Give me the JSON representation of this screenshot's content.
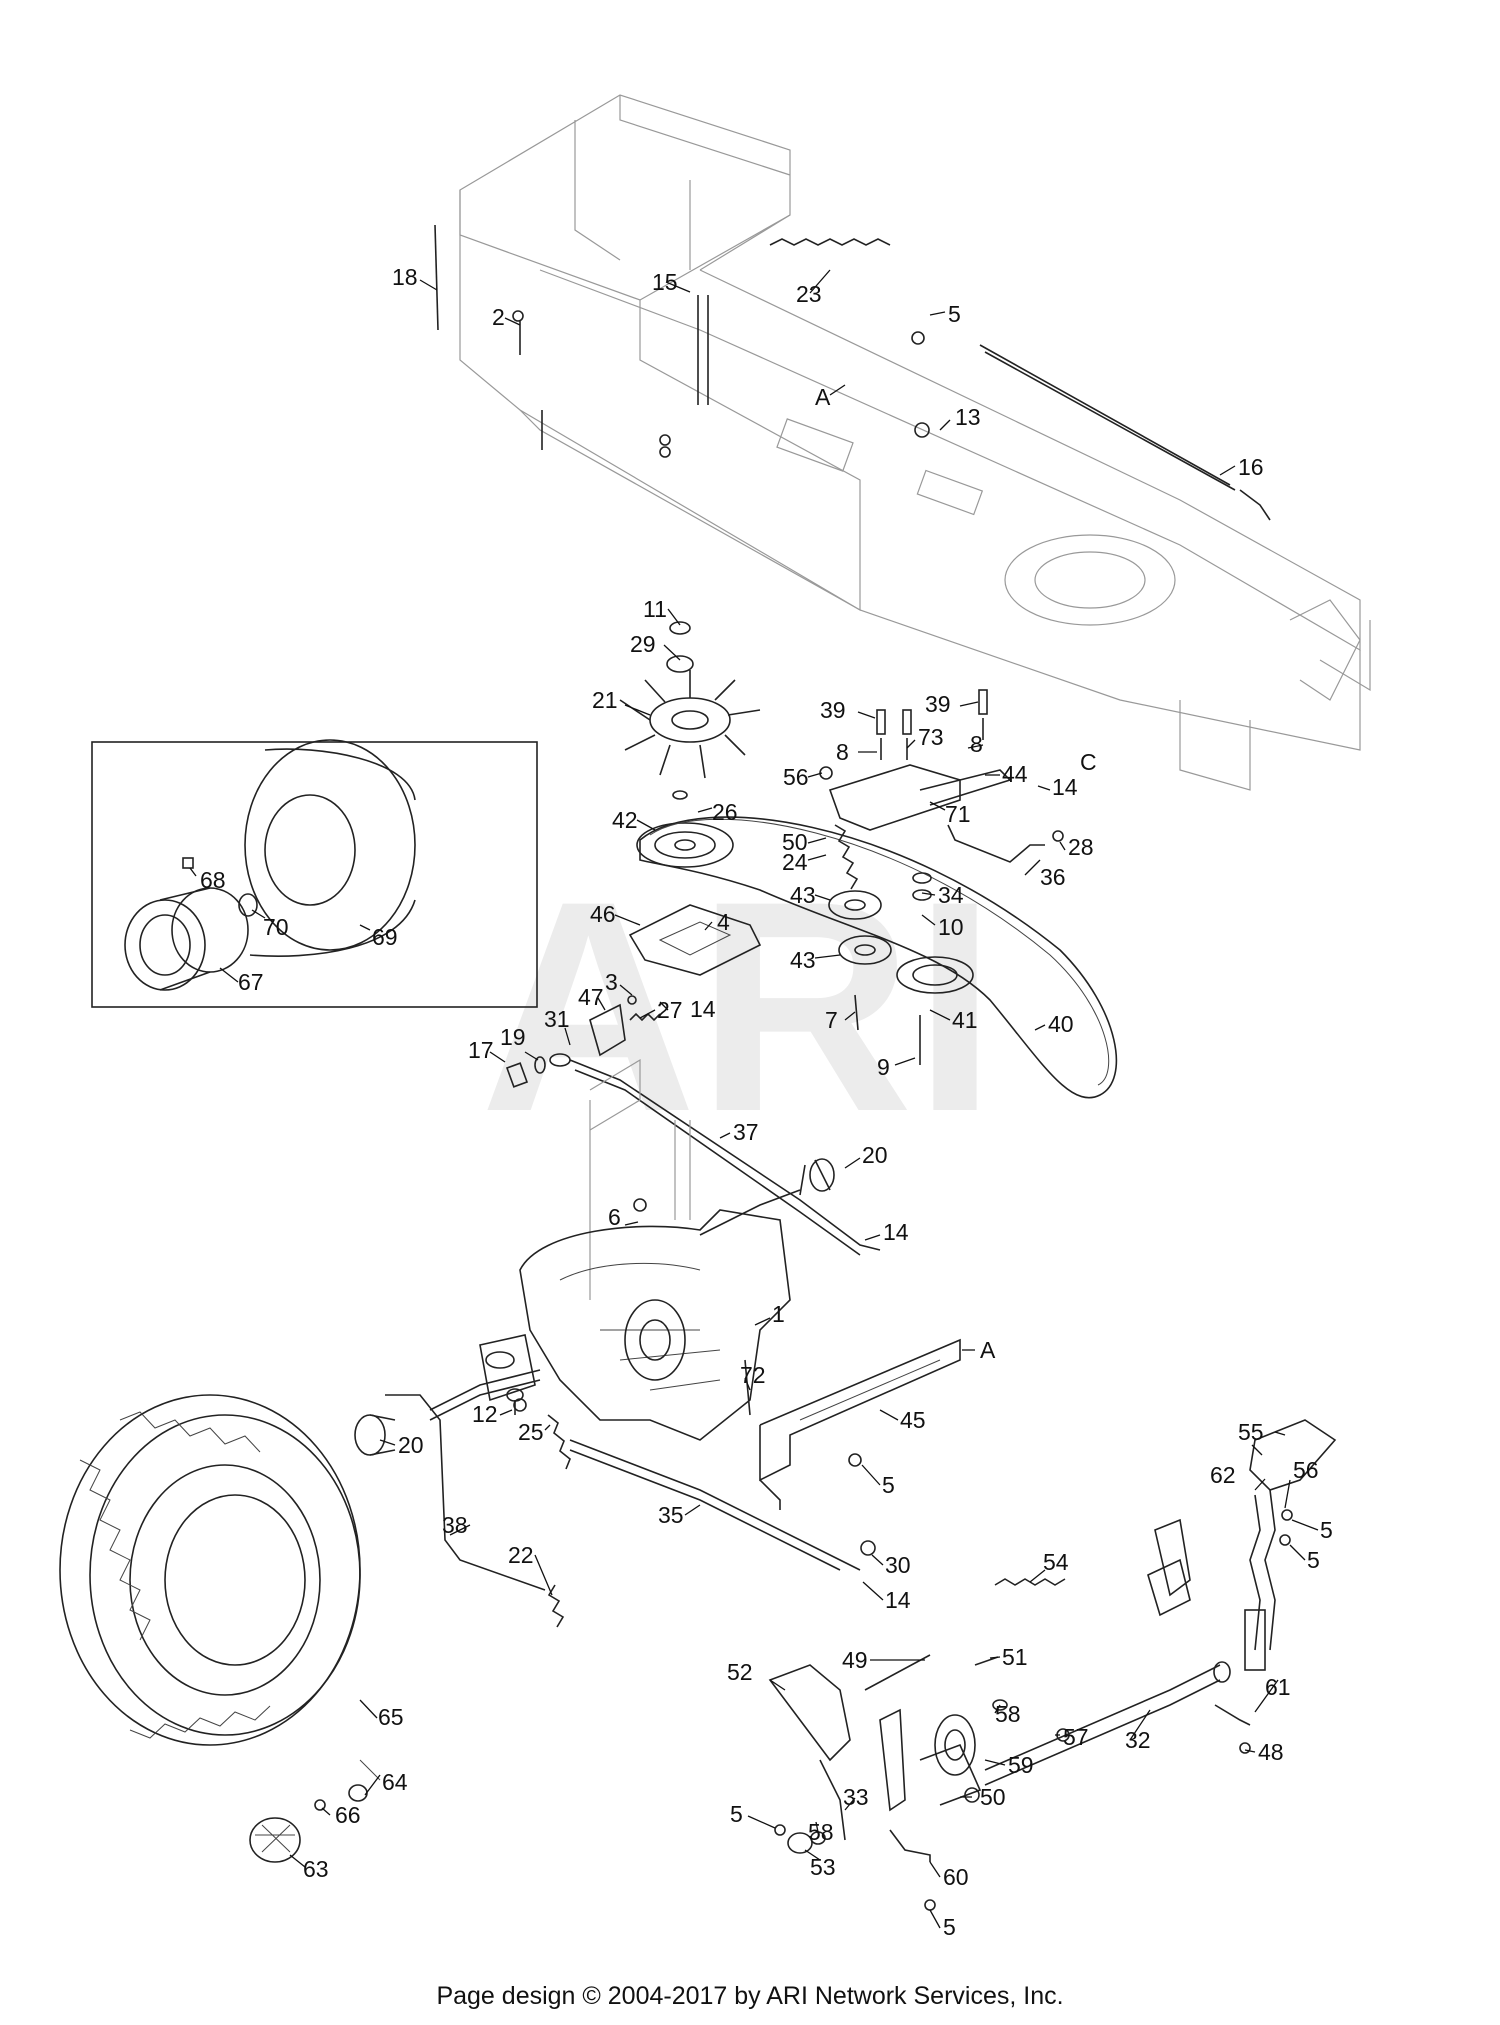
{
  "watermark": "ARI",
  "footer": "Page design © 2004-2017 by ARI Network Services, Inc.",
  "callouts": [
    "18",
    "2",
    "15",
    "23",
    "5",
    "A",
    "13",
    "16",
    "11",
    "29",
    "21",
    "39",
    "8",
    "73",
    "39",
    "8",
    "56",
    "44",
    "14",
    "71",
    "26",
    "42",
    "50",
    "24",
    "28",
    "36",
    "C",
    "46",
    "4",
    "43",
    "34",
    "10",
    "43",
    "40",
    "41",
    "7",
    "9",
    "3",
    "47",
    "14",
    "27",
    "19",
    "31",
    "17",
    "37",
    "20",
    "6",
    "14",
    "1",
    "72",
    "A",
    "45",
    "12",
    "25",
    "20",
    "5",
    "38",
    "22",
    "35",
    "30",
    "14",
    "54",
    "55",
    "62",
    "56",
    "5",
    "5",
    "61",
    "48",
    "32",
    "49",
    "51",
    "52",
    "58",
    "57",
    "59",
    "50",
    "33",
    "58",
    "5",
    "53",
    "60",
    "5",
    "65",
    "64",
    "66",
    "63",
    "68",
    "70",
    "69",
    "67"
  ]
}
